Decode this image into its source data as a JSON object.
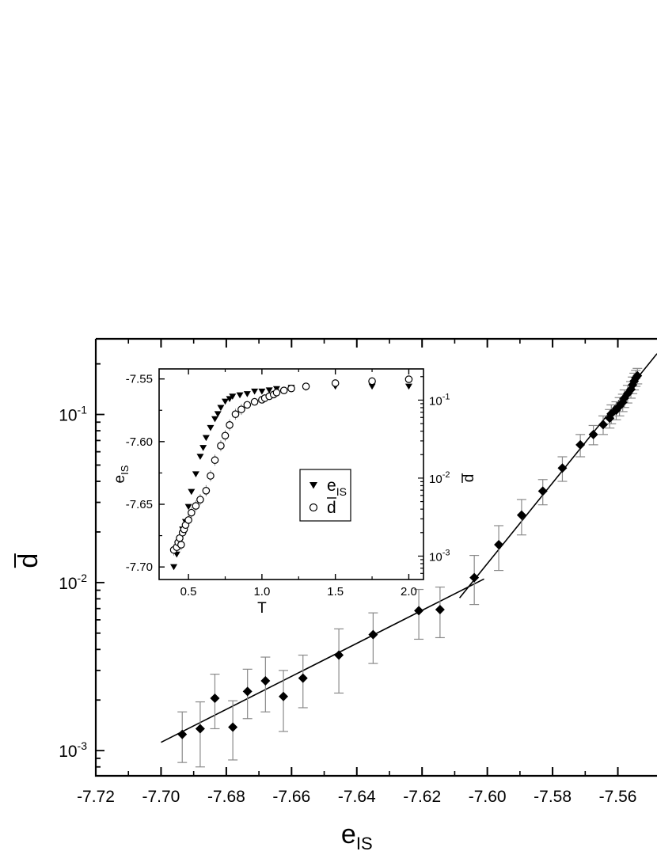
{
  "chart_data": [
    {
      "type": "scatter",
      "title": "",
      "xlabel": "e",
      "xlabel_sub": "IS",
      "ylabel": "d",
      "ylabel_overline": true,
      "xlim": [
        -7.72,
        -7.548
      ],
      "ylim_log10": [
        -3.15,
        -0.55
      ],
      "y_scale": "log",
      "grid": false,
      "legend": "none",
      "x_ticks": [
        -7.72,
        -7.7,
        -7.68,
        -7.66,
        -7.64,
        -7.62,
        -7.6,
        -7.58,
        -7.56
      ],
      "x_tick_labels": [
        "-7.72",
        "-7.70",
        "-7.68",
        "-7.66",
        "-7.64",
        "-7.62",
        "-7.60",
        "-7.58",
        "-7.56"
      ],
      "y_ticks": [
        {
          "value": 0.001,
          "base": "10",
          "exp": "-3"
        },
        {
          "value": 0.01,
          "base": "10",
          "exp": "-2"
        },
        {
          "value": 0.1,
          "base": "10",
          "exp": "-1"
        }
      ],
      "series": [
        {
          "marker": "diamond",
          "x": [
            -7.6935,
            -7.688,
            -7.6835,
            -7.678,
            -7.6735,
            -7.668,
            -7.6625,
            -7.6565,
            -7.6455,
            -7.635,
            -7.621,
            -7.6145,
            -7.604,
            -7.5965,
            -7.5895,
            -7.583,
            -7.577,
            -7.5715,
            -7.5675,
            -7.5645,
            -7.5625,
            -7.562,
            -7.5605,
            -7.5595,
            -7.5585,
            -7.558,
            -7.557,
            -7.556,
            -7.5555,
            -7.555,
            -7.5545,
            -7.554
          ],
          "y": [
            0.00125,
            0.00135,
            0.00205,
            0.00138,
            0.00225,
            0.0026,
            0.0021,
            0.0027,
            0.0037,
            0.0049,
            0.0068,
            0.0069,
            0.0107,
            0.0168,
            0.0252,
            0.035,
            0.048,
            0.066,
            0.076,
            0.087,
            0.095,
            0.101,
            0.106,
            0.112,
            0.118,
            0.125,
            0.133,
            0.141,
            0.15,
            0.158,
            0.165,
            0.17
          ],
          "y_err_low": [
            0.0004,
            0.00055,
            0.0007,
            0.0005,
            0.0007,
            0.0009,
            0.0008,
            0.0009,
            0.0015,
            0.0016,
            0.0022,
            0.0022,
            0.0033,
            0.005,
            0.006,
            0.006,
            0.008,
            0.01,
            0.01,
            0.011,
            0.012,
            0.013,
            0.013,
            0.014,
            0.014,
            0.015,
            0.016,
            0.016,
            0.017,
            0.018,
            0.018,
            0.018
          ],
          "y_err_high": [
            0.00045,
            0.0006,
            0.0008,
            0.0006,
            0.0008,
            0.001,
            0.0009,
            0.001,
            0.0016,
            0.0017,
            0.0023,
            0.0025,
            0.0038,
            0.005,
            0.006,
            0.006,
            0.008,
            0.01,
            0.01,
            0.011,
            0.012,
            0.013,
            0.013,
            0.014,
            0.014,
            0.015,
            0.016,
            0.016,
            0.017,
            0.018,
            0.018,
            0.018
          ]
        }
      ],
      "fit_lines": [
        {
          "x": [
            -7.7,
            -7.601
          ],
          "y": [
            0.00112,
            0.0105
          ]
        },
        {
          "x": [
            -7.6085,
            -7.548
          ],
          "y": [
            0.0081,
            0.23
          ]
        }
      ]
    },
    {
      "type": "scatter",
      "title": "",
      "xlabel": "T",
      "ylabel_left": "e",
      "ylabel_left_sub": "IS",
      "ylabel_right": "d",
      "ylabel_right_overline": true,
      "xlim": [
        0.3,
        2.1
      ],
      "ylim_left": [
        -7.71,
        -7.542
      ],
      "ylim_right_log10": [
        -3.3,
        -0.6
      ],
      "y_scale_right": "log",
      "grid": false,
      "legend": "center-right",
      "x_ticks": [
        0.5,
        1.0,
        1.5,
        2.0
      ],
      "x_tick_labels": [
        "0.5",
        "1.0",
        "1.5",
        "2.0"
      ],
      "y_ticks_left": [
        -7.55,
        -7.6,
        -7.65,
        -7.7
      ],
      "y_tick_labels_left": [
        "-7.55",
        "-7.60",
        "-7.65",
        "-7.70"
      ],
      "y_ticks_right": [
        {
          "value": 0.001,
          "base": "10",
          "exp": "-3"
        },
        {
          "value": 0.01,
          "base": "10",
          "exp": "-2"
        },
        {
          "value": 0.1,
          "base": "10",
          "exp": "-1"
        }
      ],
      "legend_entries": [
        {
          "marker": "triangle-down",
          "text": "e",
          "sub": "IS",
          "overline": false
        },
        {
          "marker": "circle-open",
          "text": "d",
          "sub": "",
          "overline": true
        }
      ],
      "series": [
        {
          "marker": "triangle-down",
          "axis": "left",
          "x": [
            0.4,
            0.42,
            0.44,
            0.46,
            0.48,
            0.5,
            0.52,
            0.55,
            0.58,
            0.6,
            0.62,
            0.65,
            0.68,
            0.7,
            0.72,
            0.75,
            0.78,
            0.8,
            0.85,
            0.9,
            0.95,
            1.0,
            1.05,
            1.1,
            1.2,
            1.3,
            1.5,
            1.75,
            2.0
          ],
          "y": [
            -7.7,
            -7.69,
            -7.68,
            -7.67,
            -7.664,
            -7.652,
            -7.64,
            -7.626,
            -7.612,
            -7.605,
            -7.597,
            -7.589,
            -7.582,
            -7.578,
            -7.573,
            -7.568,
            -7.566,
            -7.564,
            -7.563,
            -7.562,
            -7.56,
            -7.56,
            -7.559,
            -7.558,
            -7.557,
            -7.557,
            -7.556,
            -7.556,
            -7.556
          ]
        },
        {
          "marker": "circle-open",
          "axis": "right",
          "x": [
            0.4,
            0.42,
            0.43,
            0.44,
            0.45,
            0.46,
            0.47,
            0.48,
            0.5,
            0.52,
            0.55,
            0.58,
            0.62,
            0.65,
            0.68,
            0.72,
            0.75,
            0.78,
            0.82,
            0.86,
            0.9,
            0.95,
            1.0,
            1.02,
            1.05,
            1.08,
            1.1,
            1.15,
            1.2,
            1.3,
            1.5,
            1.75,
            2.0
          ],
          "y": [
            0.0012,
            0.0013,
            0.0015,
            0.0017,
            0.0014,
            0.002,
            0.0022,
            0.0025,
            0.0029,
            0.0036,
            0.0044,
            0.0053,
            0.0069,
            0.0107,
            0.017,
            0.026,
            0.035,
            0.048,
            0.066,
            0.076,
            0.087,
            0.095,
            0.101,
            0.106,
            0.112,
            0.118,
            0.125,
            0.133,
            0.141,
            0.15,
            0.165,
            0.175,
            0.185
          ]
        }
      ]
    }
  ]
}
